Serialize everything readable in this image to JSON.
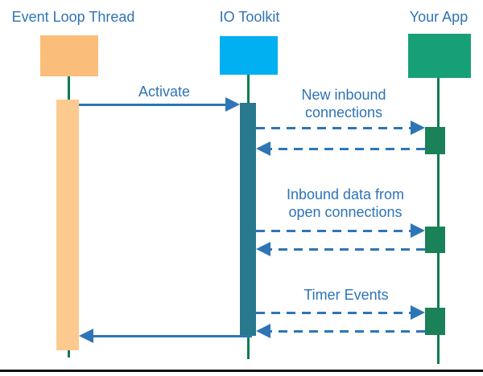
{
  "diagram": {
    "type": "sequence-diagram",
    "actors": [
      {
        "id": "event-loop-thread",
        "label": "Event Loop Thread",
        "box_color": "#FBBE7A",
        "activation_color": "#FCC98F"
      },
      {
        "id": "io-toolkit",
        "label": "IO Toolkit",
        "box_color": "#00B0F0",
        "activation_color": "#28798E"
      },
      {
        "id": "your-app",
        "label": "Your App",
        "box_color": "#17A077",
        "activation_color": "#1A8159"
      }
    ],
    "messages": {
      "activate": {
        "label": "Activate",
        "from": "event-loop-thread",
        "to": "io-toolkit",
        "style": "solid"
      },
      "new_inbound": {
        "label": "New inbound connections",
        "from": "io-toolkit",
        "to": "your-app",
        "style": "dashed",
        "reply": true
      },
      "inbound_data": {
        "label": "Inbound data from open connections",
        "from": "io-toolkit",
        "to": "your-app",
        "style": "dashed",
        "reply": true
      },
      "timer_events": {
        "label": "Timer Events",
        "from": "io-toolkit",
        "to": "your-app",
        "style": "dashed",
        "reply": true
      },
      "return": {
        "label": "",
        "from": "io-toolkit",
        "to": "event-loop-thread",
        "style": "solid"
      }
    },
    "colors": {
      "label_text": "#2E74B5",
      "arrow": "#2E75B6",
      "lifeline": "#0B7D4F",
      "bottom_rule": "#111111",
      "background": "#FFFFFF"
    }
  }
}
